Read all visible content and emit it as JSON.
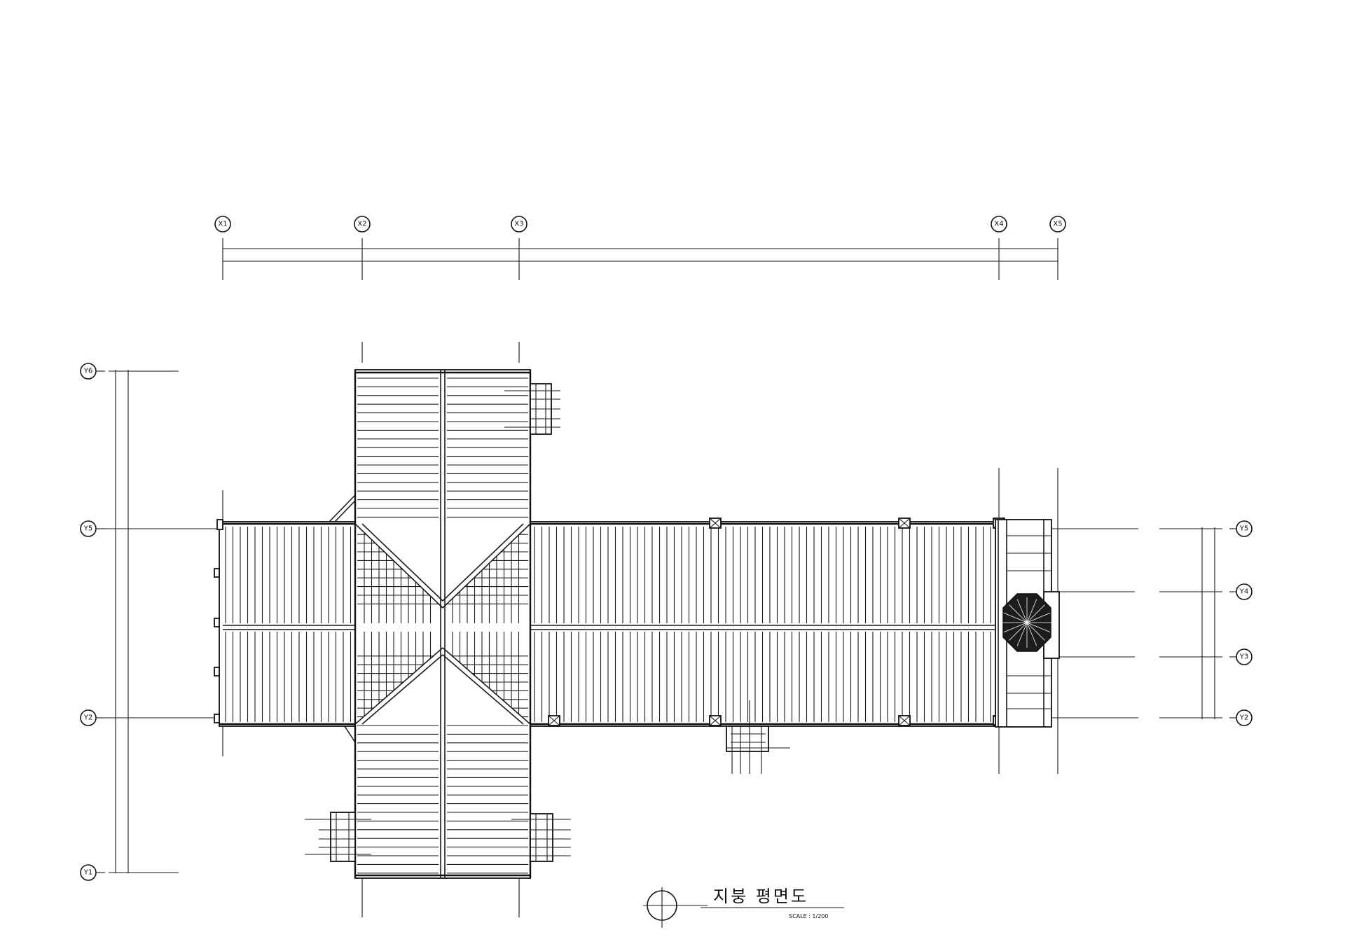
{
  "grid_axes": {
    "x": [
      "X1",
      "X2",
      "X3",
      "X4",
      "X5"
    ],
    "y_left": [
      "Y6",
      "Y5",
      "Y2",
      "Y1"
    ],
    "y_right": [
      "Y5",
      "Y4",
      "Y3",
      "Y2"
    ]
  },
  "title": {
    "main": "지붕 평면도",
    "scale": "SCALE : 1/200"
  }
}
